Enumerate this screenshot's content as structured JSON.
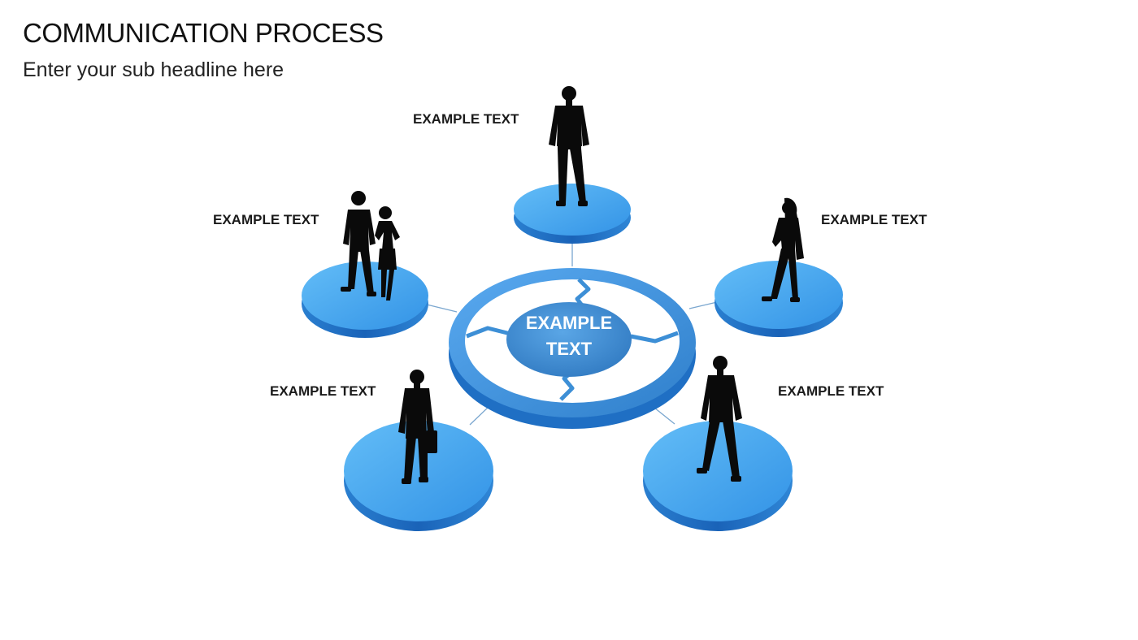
{
  "header": {
    "title": "COMMUNICATION PROCESS",
    "subtitle": "Enter your sub headline here"
  },
  "diagram": {
    "center": {
      "line1": "EXAMPLE",
      "line2": "TEXT"
    },
    "nodes": [
      {
        "id": "top",
        "label": "EXAMPLE TEXT",
        "figure": "businessman-hands-in-pockets-icon"
      },
      {
        "id": "upper-left",
        "label": "EXAMPLE TEXT",
        "figure": "business-couple-icon"
      },
      {
        "id": "upper-right",
        "label": "EXAMPLE TEXT",
        "figure": "businesswoman-icon"
      },
      {
        "id": "lower-left",
        "label": "EXAMPLE TEXT",
        "figure": "businessman-with-briefcase-icon"
      },
      {
        "id": "lower-right",
        "label": "EXAMPLE TEXT",
        "figure": "businessman-standing-icon"
      }
    ]
  },
  "colors": {
    "platform_top": "#4aa8f0",
    "platform_side": "#1f6fc4",
    "ring": "#3d8fd6",
    "center_hub": "#3f8bd0",
    "silhouette": "#0a0a0a"
  }
}
